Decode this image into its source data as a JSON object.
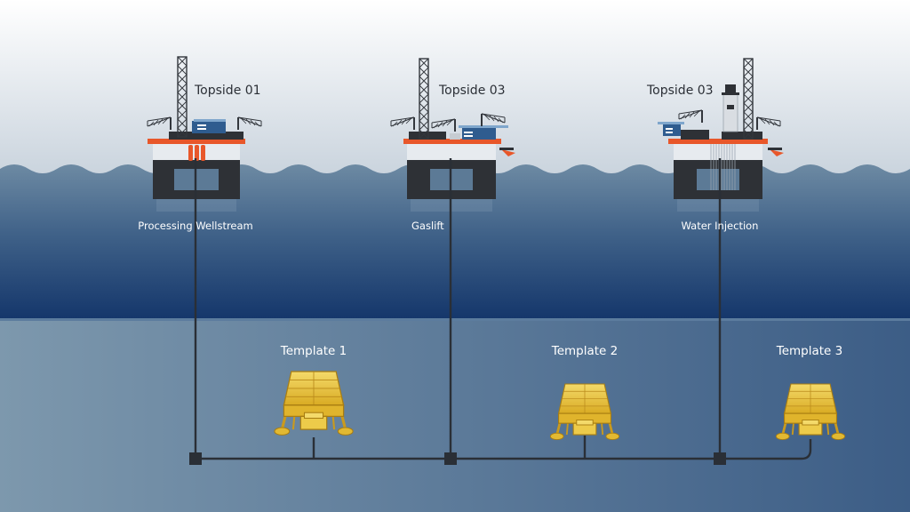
{
  "platforms": [
    {
      "topside_label": "Topside 01",
      "function_label": "Processing Wellstream"
    },
    {
      "topside_label": "Topside 03",
      "function_label": "Gaslift"
    },
    {
      "topside_label": "Topside 03",
      "function_label": "Water Injection"
    }
  ],
  "templates": [
    {
      "label": "Template 1"
    },
    {
      "label": "Template 2"
    },
    {
      "label": "Template 3"
    }
  ],
  "colors": {
    "sky_top": "#ffffff",
    "sky_bottom": "#c9d3dd",
    "sea_top": "#6d8aa3",
    "sea_bottom": "#13356a",
    "seabed_left": "#7d98ad",
    "seabed_right": "#3c5d86",
    "hull": "#2e3136",
    "deck_accent": "#e8572a",
    "template_gold": "#e8c23a",
    "pipeline": "#2a2f36"
  }
}
